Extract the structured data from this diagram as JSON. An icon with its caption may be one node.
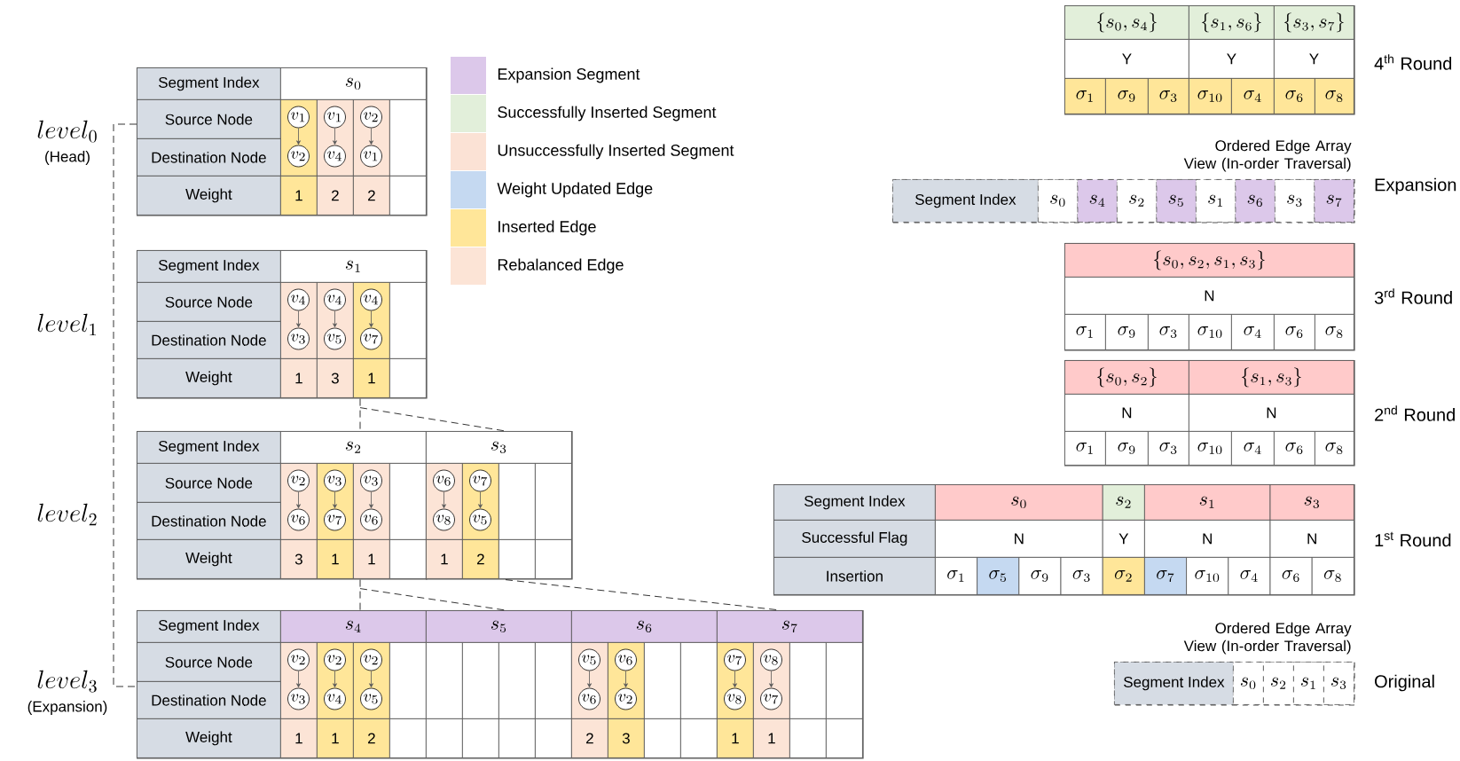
{
  "diagram": {
    "nodes": [
      {
        "text": [
          "Segment Index",
          "s_0",
          "Source Node",
          "Destination Node",
          "Weight",
          "1",
          "2",
          "2"
        ]
      },
      {
        "text": [
          "v_1"
        ],
        "in": 0
      },
      {
        "text": [
          "v_2"
        ],
        "in": 0
      },
      {
        "text": [
          "v_1"
        ],
        "in": 0
      },
      {
        "text": [
          "v_4"
        ],
        "in": 0
      },
      {
        "text": [
          "v_2"
        ],
        "in": 0
      },
      {
        "text": [
          "v_1"
        ],
        "in": 0
      },
      {
        "text": [
          "Segment Index",
          "s_1",
          "Source Node",
          "Destination Node",
          "Weight",
          "1",
          "3",
          "1"
        ]
      },
      {
        "text": [
          "v_4"
        ],
        "in": 7
      },
      {
        "text": [
          "v_3"
        ],
        "in": 7
      },
      {
        "text": [
          "v_4"
        ],
        "in": 7
      },
      {
        "text": [
          "v_5"
        ],
        "in": 7
      },
      {
        "text": [
          "v_4"
        ],
        "in": 7
      },
      {
        "text": [
          "v_7"
        ],
        "in": 7
      },
      {
        "text": [
          "Segment Index",
          "s_2",
          "Source Node",
          "Destination Node",
          "Weight",
          "3",
          "1",
          "1"
        ]
      },
      {
        "text": [
          "v_2"
        ],
        "in": 14
      },
      {
        "text": [
          "v_6"
        ],
        "in": 14
      },
      {
        "text": [
          "v_3"
        ],
        "in": 14
      },
      {
        "text": [
          "v_7"
        ],
        "in": 14
      },
      {
        "text": [
          "v_3"
        ],
        "in": 14
      },
      {
        "text": [
          "v_6"
        ],
        "in": 14
      },
      {
        "text": [
          "s_3",
          "1",
          "2"
        ]
      },
      {
        "text": [
          "v_6"
        ],
        "in": 21
      },
      {
        "text": [
          "v_8"
        ],
        "in": 21
      },
      {
        "text": [
          "v_7"
        ],
        "in": 21
      },
      {
        "text": [
          "v_5"
        ],
        "in": 21
      },
      {
        "text": [
          "Segment Index",
          "s_4",
          "s_5",
          "s_6",
          "s_7",
          "Source Node",
          "Destination Node",
          "Weight",
          "1",
          "1",
          "2",
          "2",
          "3",
          "1",
          "1"
        ]
      },
      {
        "text": [
          "v_2"
        ],
        "in": 26
      },
      {
        "text": [
          "v_3"
        ],
        "in": 26
      },
      {
        "text": [
          "v_2"
        ],
        "in": 26
      },
      {
        "text": [
          "v_4"
        ],
        "in": 26
      },
      {
        "text": [
          "v_2"
        ],
        "in": 26
      },
      {
        "text": [
          "v_5"
        ],
        "in": 26
      },
      {
        "text": [
          "v_5"
        ],
        "in": 26
      },
      {
        "text": [
          "v_6"
        ],
        "in": 26
      },
      {
        "text": [
          "v_6"
        ],
        "in": 26
      },
      {
        "text": [
          "v_2"
        ],
        "in": 26
      },
      {
        "text": [
          "v_7"
        ],
        "in": 26
      },
      {
        "text": [
          "v_8"
        ],
        "in": 26
      },
      {
        "text": [
          "v_8"
        ],
        "in": 26
      },
      {
        "text": [
          "v_7"
        ],
        "in": 26
      },
      {
        "text": [
          "\\{s_0, s_4\\}",
          "\\{s_1, s_6\\}",
          "\\{s_3, s_7\\}",
          "Y",
          "Y",
          "Y",
          "\\sigma_1",
          "\\sigma_9",
          "\\sigma_3",
          "\\sigma_{10}",
          "\\sigma_4",
          "\\sigma_6",
          "\\sigma_8"
        ],
        "beside": [
          "4$^{th}$ Round"
        ]
      },
      {
        "text": [
          "Segment Index",
          "s_0",
          "s_4",
          "s_2",
          "s_5",
          "s_1",
          "s_6",
          "s_3",
          "s_7"
        ],
        "beside": [
          "Expansion"
        ]
      },
      {
        "text": [
          "\\{s_0, s_2, s_1, s_3\\}",
          "N",
          "\\sigma_1",
          "\\sigma_9",
          "\\sigma_3",
          "\\sigma_{10}",
          "\\sigma_4",
          "\\sigma_6",
          "\\sigma_8"
        ],
        "beside": [
          "3$^{rd}$ Round"
        ]
      },
      {
        "text": [
          "\\{s_0, s_2\\}",
          "\\{s_1, s_3\\}",
          "N",
          "N",
          "\\sigma_1",
          "\\sigma_9",
          "\\sigma_3",
          "\\sigma_{10}",
          "\\sigma_4",
          "\\sigma_6",
          "\\sigma_8"
        ],
        "beside": [
          "2$^{nd}$ Round"
        ]
      },
      {
        "text": [
          "Segment Index",
          "s_0",
          "s_2",
          "s_1",
          "s_3",
          "Successful Flag",
          "N",
          "Y",
          "N",
          "N",
          "Insertion",
          "\\sigma_1",
          "\\sigma_5",
          "\\sigma_9",
          "\\sigma_3",
          "\\sigma_2",
          "\\sigma_7",
          "\\sigma_{10}",
          "\\sigma_4",
          "\\sigma_6",
          "\\sigma_8"
        ],
        "beside": [
          "1$^{st}$ Round"
        ]
      },
      {
        "text": [
          "Segment Index",
          "s_0",
          "s_2",
          "s_1",
          "s_3"
        ],
        "beside": [
          "Original"
        ]
      }
    ],
    "edges": [
      {
        "from": 1,
        "to": 2,
        "arrow": "to"
      },
      {
        "from": 3,
        "to": 4,
        "arrow": "to"
      },
      {
        "from": 5,
        "to": 6,
        "arrow": "to"
      },
      {
        "from": 8,
        "to": 9,
        "arrow": "to"
      },
      {
        "from": 10,
        "to": 11,
        "arrow": "to"
      },
      {
        "from": 12,
        "to": 13,
        "arrow": "to"
      },
      {
        "from": 15,
        "to": 16,
        "arrow": "to"
      },
      {
        "from": 17,
        "to": 18,
        "arrow": "to"
      },
      {
        "from": 19,
        "to": 20,
        "arrow": "to"
      },
      {
        "from": 22,
        "to": 23,
        "arrow": "to"
      },
      {
        "from": 24,
        "to": 25,
        "arrow": "to"
      },
      {
        "from": 27,
        "to": 28,
        "arrow": "to"
      },
      {
        "from": 29,
        "to": 30,
        "arrow": "to"
      },
      {
        "from": 31,
        "to": 32,
        "arrow": "to"
      },
      {
        "from": 33,
        "to": 34,
        "arrow": "to"
      },
      {
        "from": 35,
        "to": 36,
        "arrow": "to"
      },
      {
        "from": 37,
        "to": 38,
        "arrow": "to"
      },
      {
        "from": 39,
        "to": 40,
        "arrow": "to"
      },
      {
        "from": 7,
        "to": 14,
        "arrow": "none",
        "style": "dashed"
      },
      {
        "from": 7,
        "to": 21,
        "arrow": "none",
        "style": "dashed"
      },
      {
        "from": 14,
        "to": 26,
        "arrow": "none",
        "style": "dashed"
      },
      {
        "from": 14,
        "to": 26,
        "arrow": "none",
        "style": "dashed"
      },
      {
        "from": 21,
        "to": 26,
        "arrow": "none",
        "style": "dashed"
      },
      {
        "from": 0,
        "to": 26,
        "arrow": "none",
        "style": "dashed"
      }
    ],
    "labels": [
      "level_0",
      "(Head)",
      "level_1",
      "level_2",
      "level_3",
      "(Expansion)",
      "Ordered Edge Array View (In-order Traversal)",
      "Ordered Edge Array View (In-order Traversal)"
    ],
    "legend": [
      {
        "text": "Expansion Segment",
        "color": "#dcc8ea"
      },
      {
        "text": "Successfully Inserted Segment",
        "color": "#e2efda"
      },
      {
        "text": "Unsuccessfully Inserted Segment",
        "color": "#fbe2d5"
      },
      {
        "text": "Weight Updated Edge",
        "color": "#c5d9f1"
      },
      {
        "text": "Inserted Edge",
        "color": "#ffe699"
      },
      {
        "text": "Rebalanced Edge",
        "color": "#fce4d6"
      }
    ]
  }
}
